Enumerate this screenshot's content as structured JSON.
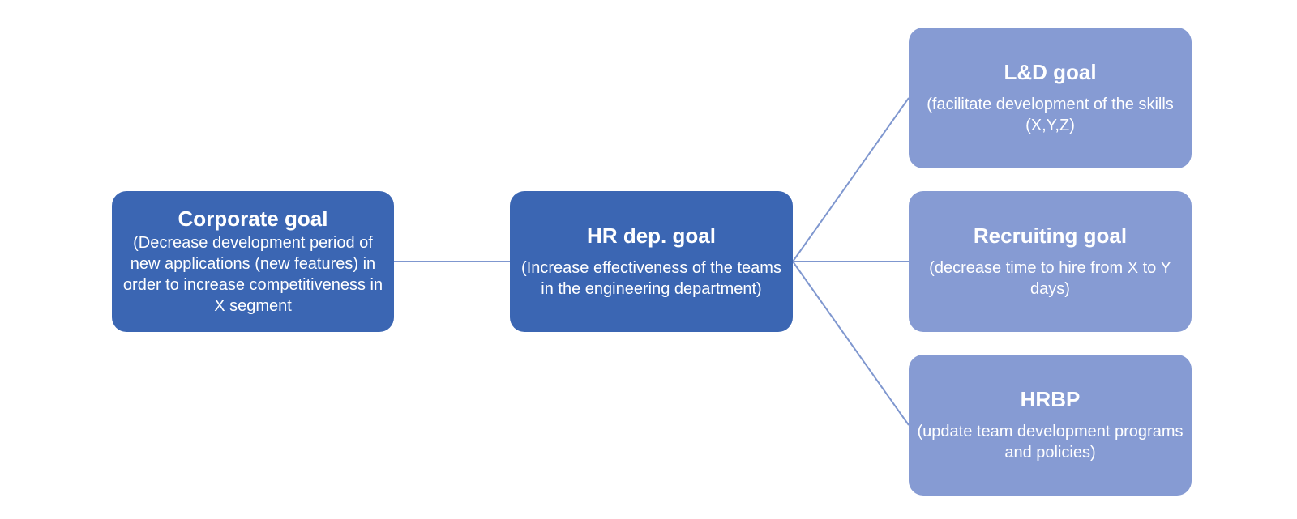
{
  "diagram": {
    "colors": {
      "primary_box": "#3b66b3",
      "secondary_box": "#869bd3",
      "connector": "#7f97cf",
      "text": "#ffffff"
    },
    "nodes": {
      "corporate": {
        "title": "Corporate goal",
        "description": "(Decrease development period of new applications (new features) in order to increase competitiveness in X segment"
      },
      "hr": {
        "title": "HR dep. goal",
        "description": "(Increase effectiveness of the teams in the engineering department)"
      },
      "ld": {
        "title": "L&D goal",
        "description": "(facilitate development of the skills (X,Y,Z)"
      },
      "recruiting": {
        "title": "Recruiting goal",
        "description": "(decrease time to hire from X to Y days)"
      },
      "hrbp": {
        "title": "HRBP",
        "description": "(update team development programs and policies)"
      }
    },
    "edges": [
      {
        "from": "corporate",
        "to": "hr"
      },
      {
        "from": "hr",
        "to": "ld"
      },
      {
        "from": "hr",
        "to": "recruiting"
      },
      {
        "from": "hr",
        "to": "hrbp"
      }
    ]
  }
}
